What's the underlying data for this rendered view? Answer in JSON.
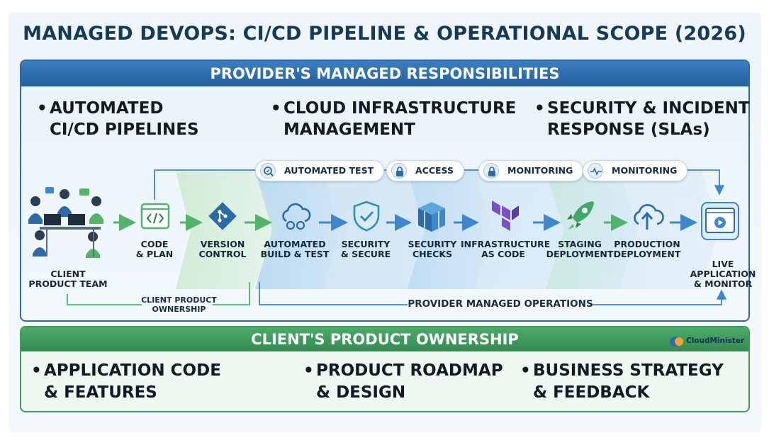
{
  "title": "MANAGED DEVOPS: CI/CD PIPELINE & OPERATIONAL SCOPE (2026)",
  "provider": {
    "header": "PROVIDER'S MANAGED RESPONSIBILITIES",
    "items": [
      {
        "line1": "AUTOMATED",
        "line2": "CI/CD PIPELINES"
      },
      {
        "line1": "CLOUD INFRASTRUCTURE",
        "line2": "MANAGEMENT"
      },
      {
        "line1": "SECURITY & INCIDENT",
        "line2": "RESPONSE (SLAs)"
      }
    ]
  },
  "pills": [
    {
      "label": "AUTOMATED TEST",
      "icon": "search-check-icon"
    },
    {
      "label": "ACCESS",
      "icon": "lock-icon"
    },
    {
      "label": "MONITORING",
      "icon": "lock-icon"
    },
    {
      "label": "MONITORING",
      "icon": "pulse-icon"
    }
  ],
  "team": {
    "line1": "CLIENT",
    "line2": "PRODUCT TEAM",
    "icon": "team-icon"
  },
  "steps": [
    {
      "line1": "CODE",
      "line2": "& PLAN",
      "icon": "code-icon"
    },
    {
      "line1": "VERSION",
      "line2": "CONTROL",
      "icon": "git-icon"
    },
    {
      "line1": "AUTOMATED",
      "line2": "BUILD & TEST",
      "icon": "cloud-gear-icon"
    },
    {
      "line1": "SECURITY",
      "line2": "& SECURE",
      "icon": "shield-icon"
    },
    {
      "line1": "SECURITY",
      "line2": "CHECKS",
      "icon": "cube-icon"
    },
    {
      "line1": "INFRASTRUCTURE",
      "line2": "AS CODE",
      "icon": "terraform-icon"
    },
    {
      "line1": "STAGING",
      "line2": "DEPLOYMENT",
      "icon": "rocket-icon"
    },
    {
      "line1": "PRODUCTION",
      "line2": "DEPLOYMENT",
      "icon": "cloud-upload-icon"
    }
  ],
  "live": {
    "line1": "LIVE",
    "line2": "APPLICATION",
    "line3": "& MONITOR",
    "icon": "monitor-play-icon"
  },
  "brackets": {
    "client_line1": "CLIENT PRODUCT",
    "client_line2": "OWNERSHIP",
    "provider": "PROVIDER MANAGED OPERATIONS"
  },
  "client": {
    "header": "CLIENT'S PRODUCT OWNERSHIP",
    "items": [
      {
        "line1": "APPLICATION CODE",
        "line2": "& FEATURES"
      },
      {
        "line1": "PRODUCT ROADMAP",
        "line2": "& DESIGN"
      },
      {
        "line1": "BUSINESS STRATEGY",
        "line2": "& FEEDBACK"
      }
    ]
  },
  "logo": {
    "text": "CloudMinister",
    "icon": "cloudminister-logo-icon"
  },
  "colors": {
    "provider_blue": "#2f6aa8",
    "client_green": "#3f9a5c",
    "title_navy": "#173a55",
    "arrow_green": "#52b36a",
    "arrow_blue": "#3f86cc"
  }
}
